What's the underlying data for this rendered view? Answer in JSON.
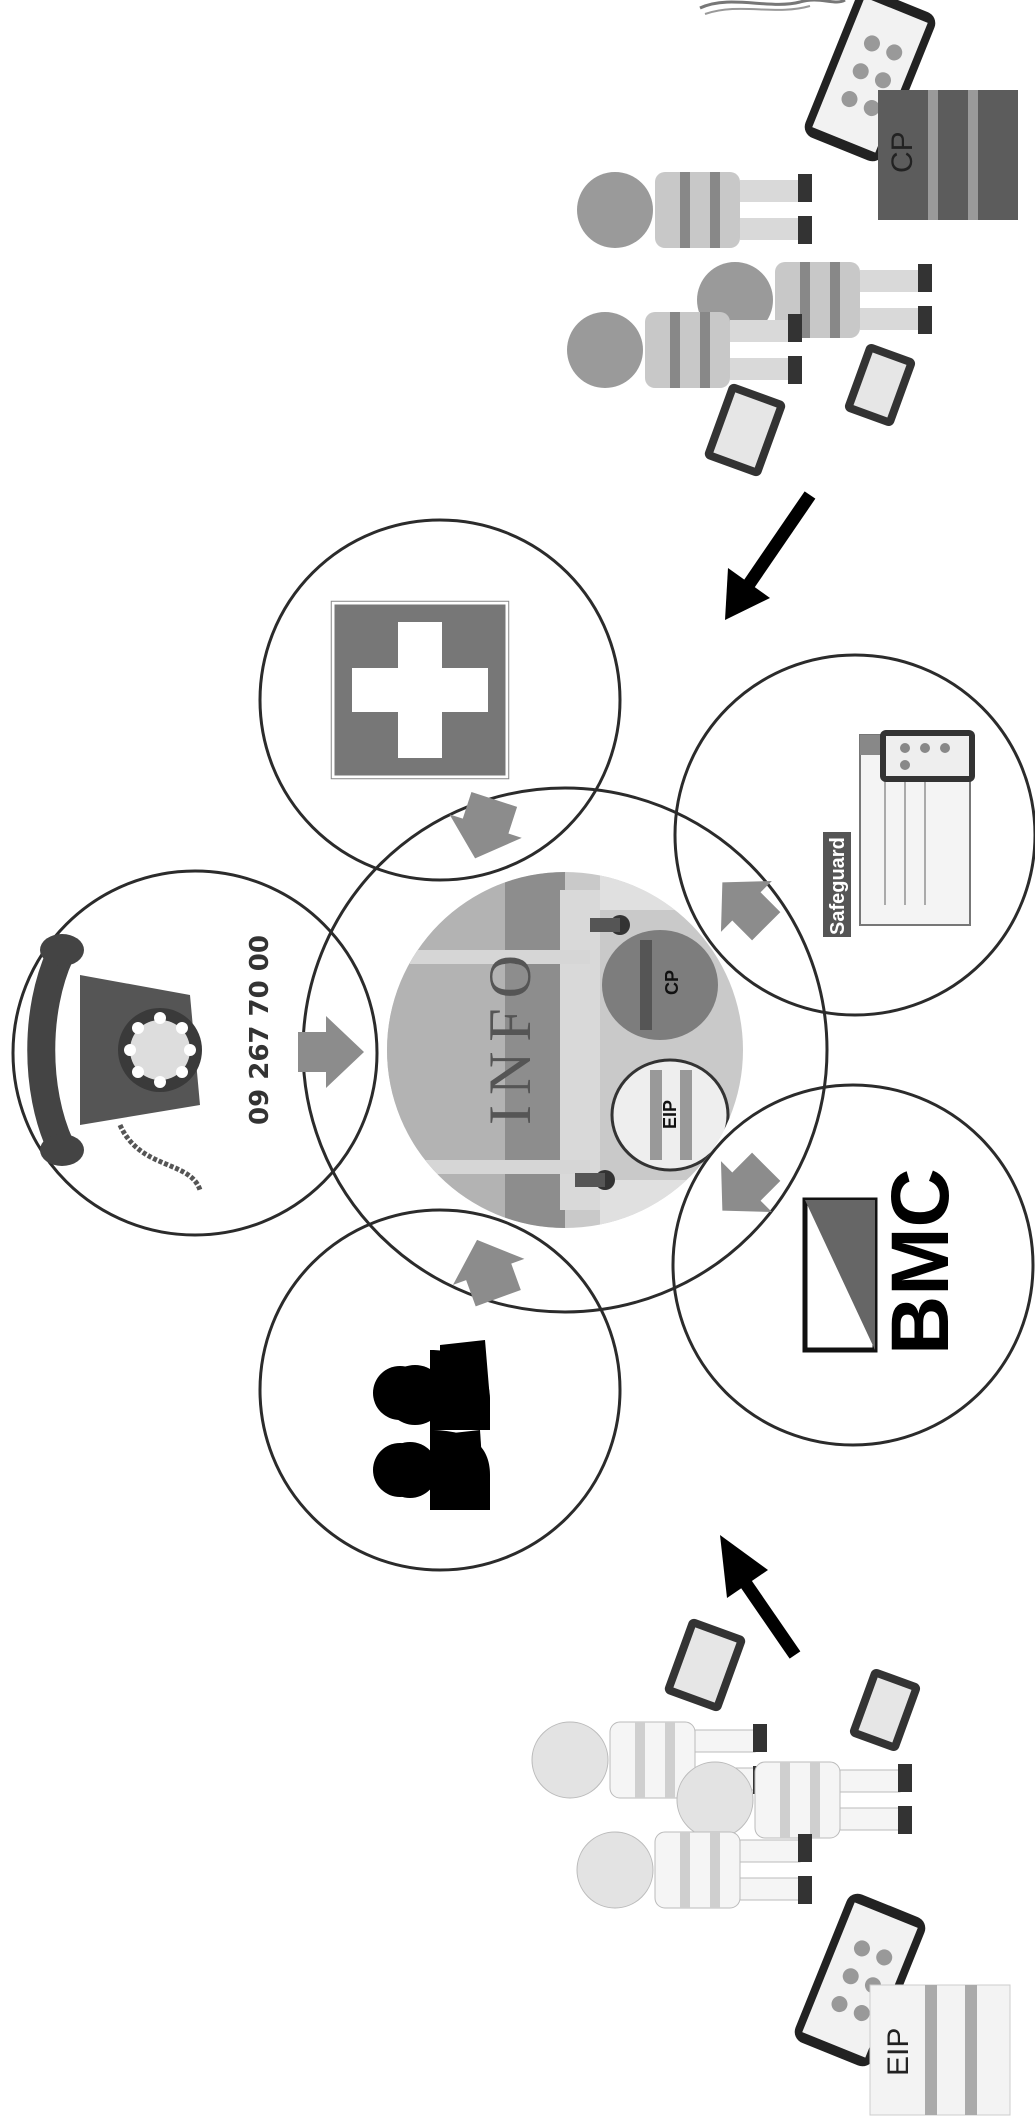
{
  "diagram": {
    "phone": {
      "number": "09 267 70 00",
      "icon": "rotary-phone-icon"
    },
    "first_aid": {
      "icon": "first-aid-cross-icon",
      "color": "#7a7a7a"
    },
    "safeguard": {
      "brand": "Safeguard",
      "icon": "laptop-tablet-icon"
    },
    "bmc": {
      "brand": "BMC",
      "icon": "bmc-logo-icon"
    },
    "group": {
      "icon": "people-group-icon"
    },
    "center": {
      "sign_text": "INFO",
      "backpack_left": "EIP",
      "backpack_right": "CP"
    },
    "team_cp": {
      "vest_label": "CP"
    },
    "team_eip": {
      "vest_label": "EIP"
    }
  },
  "colors": {
    "circle_stroke": "#2b2b2b",
    "arrow_grey": "#8c8c8c",
    "arrow_black": "#000000"
  }
}
